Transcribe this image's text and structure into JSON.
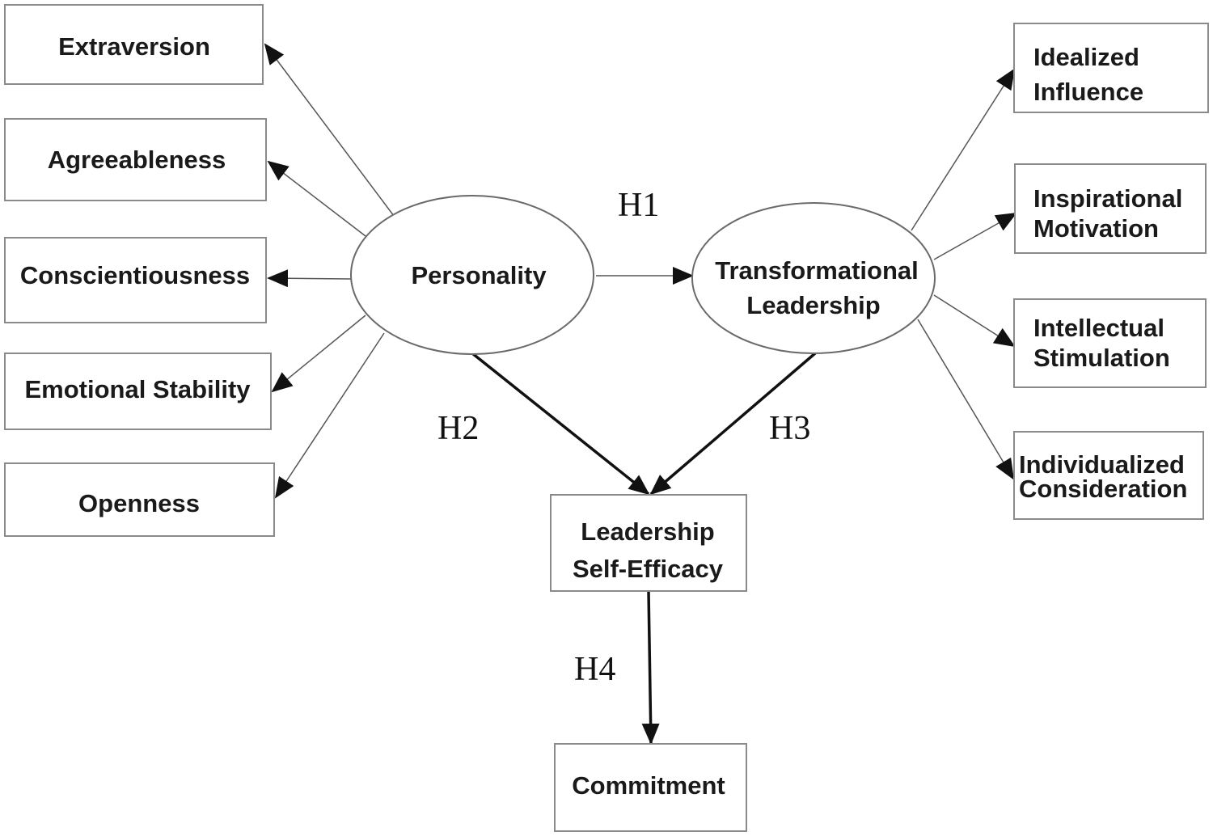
{
  "left_constructs": [
    "Extraversion",
    "Agreeableness",
    "Conscientiousness",
    "Emotional Stability",
    "Openness"
  ],
  "personality": "Personality",
  "transformational": [
    "Transformational",
    "Leadership"
  ],
  "right_constructs": [
    [
      "Idealized",
      "Influence"
    ],
    [
      "Inspirational",
      "Motivation"
    ],
    [
      "Intellectual",
      "Stimulation"
    ],
    [
      "Individualized",
      "Consideration"
    ]
  ],
  "self_efficacy": [
    "Leadership",
    "Self-Efficacy"
  ],
  "commitment": "Commitment",
  "hypotheses": {
    "h1": "H1",
    "h2": "H2",
    "h3": "H3",
    "h4": "H4"
  }
}
